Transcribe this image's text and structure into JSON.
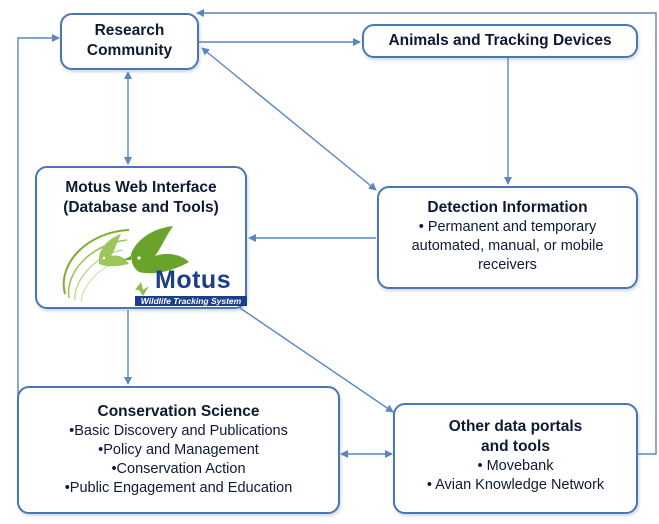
{
  "research": {
    "title_l1": "Research",
    "title_l2": "Community"
  },
  "animals": {
    "title": "Animals and Tracking Devices"
  },
  "motus_web": {
    "title_l1": "Motus Web Interface",
    "title_l2": "(Database and Tools)"
  },
  "logo": {
    "name": "Motus",
    "tagline": "Wildlife Tracking System",
    "icon": "bird-logo-icon",
    "green": "#7bb02d",
    "navy": "#1c3f8c"
  },
  "detection": {
    "title": "Detection Information",
    "lines": [
      "• Permanent and temporary",
      "automated, manual, or mobile",
      "receivers"
    ]
  },
  "conservation": {
    "title": "Conservation Science",
    "lines": [
      "•Basic Discovery and Publications",
      "•Policy and Management",
      "•Conservation Action",
      "•Public Engagement and Education"
    ]
  },
  "portals": {
    "title_l1": "Other data portals",
    "title_l2": "and tools",
    "lines": [
      "• Movebank",
      "• Avian Knowledge Network"
    ]
  },
  "colors": {
    "border": "#4a77b4",
    "arrow": "#5b86c0",
    "text": "#0e1a33"
  }
}
